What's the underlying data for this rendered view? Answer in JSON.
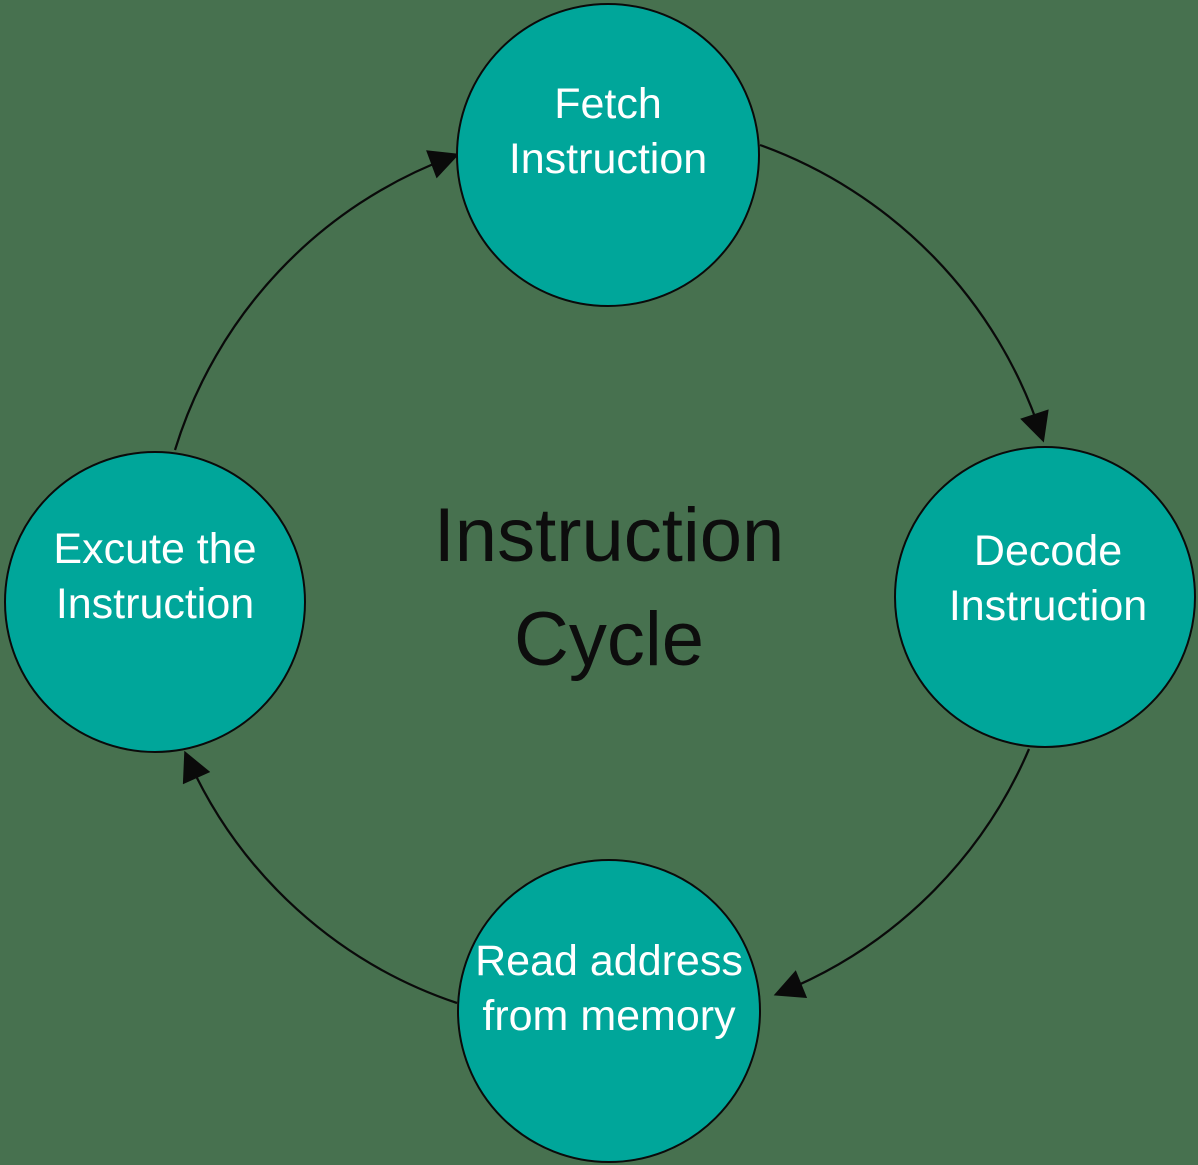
{
  "diagram": {
    "title": {
      "line1": "Instruction",
      "line2": "Cycle"
    },
    "nodes": {
      "fetch": {
        "line1": "Fetch",
        "line2": "Instruction"
      },
      "decode": {
        "line1": "Decode",
        "line2": "Instruction"
      },
      "read": {
        "line1": "Read address",
        "line2": "from memory"
      },
      "execute": {
        "line1": "Excute the",
        "line2": "Instruction"
      }
    },
    "flow_order": [
      "fetch",
      "decode",
      "read",
      "execute"
    ],
    "colors": {
      "background": "#47714F",
      "node_fill": "#00A69A",
      "node_stroke": "#0A0A0A",
      "arrow": "#0A0A0A",
      "title_text": "#0D0D0D",
      "node_text": "#FFFFFF"
    }
  }
}
